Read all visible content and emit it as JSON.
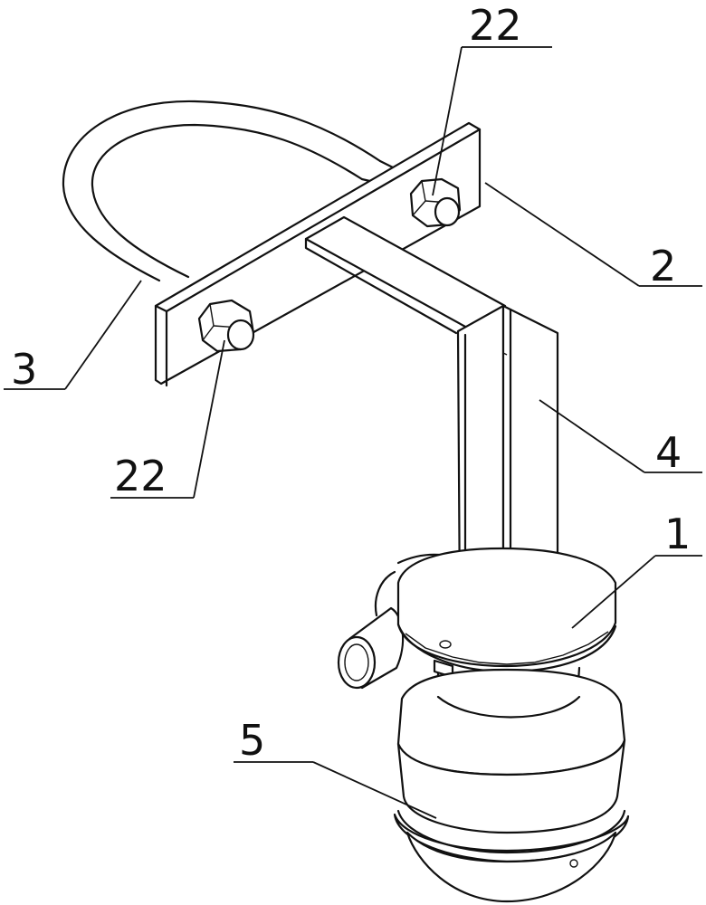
{
  "labels": {
    "l22_top": "22",
    "l2": "2",
    "l3": "3",
    "l22_bottom": "22",
    "l4": "4",
    "l1": "1",
    "l5": "5"
  },
  "colors": {
    "ink": "#111111",
    "background": "#ffffff"
  }
}
